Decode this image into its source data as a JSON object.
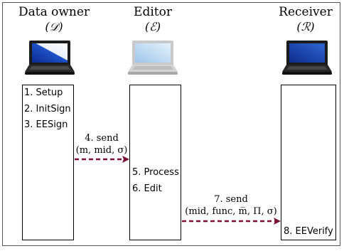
{
  "colors": {
    "arrow": "#7a1030",
    "screen_blue": "#1a3fa8",
    "screen_light": "#cfe3f6"
  },
  "actors": [
    {
      "name": "Data owner",
      "symbol": "(𝒟)"
    },
    {
      "name": "Editor",
      "symbol": "(ℰ)"
    },
    {
      "name": "Receiver",
      "symbol": "(ℛ)"
    }
  ],
  "owner_steps": [
    "1. Setup",
    "2. InitSign",
    "3. EESign"
  ],
  "editor_steps": [
    "5. Process",
    "6. Edit"
  ],
  "receiver_steps": [
    "8. EEVerify"
  ],
  "messages": [
    {
      "label": "4. send",
      "payload": "(m, mid, σ)"
    },
    {
      "label": "7. send",
      "payload": "(mid, func, m̅, Π, σ)"
    }
  ],
  "icons": {
    "owner_laptop": "laptop-icon",
    "editor_laptop": "laptop-icon",
    "receiver_laptop": "laptop-icon"
  }
}
